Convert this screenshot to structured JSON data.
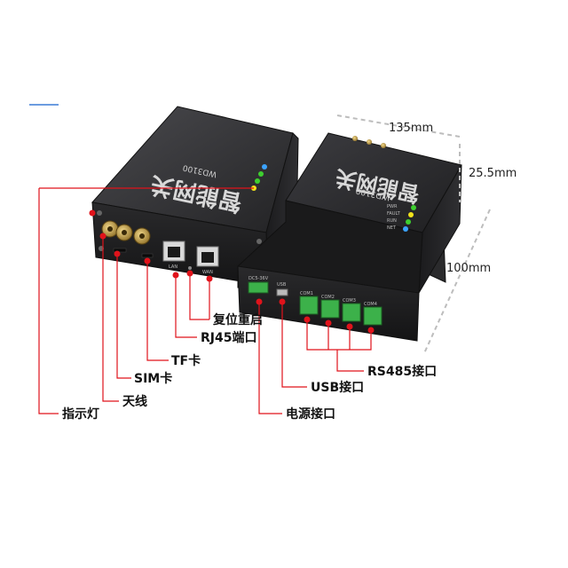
{
  "labels": {
    "reset": "复位重启",
    "rj45": "RJ45端口",
    "tf": "TF卡",
    "sim": "SIM卡",
    "antenna": "天线",
    "indicator": "指示灯",
    "rs485": "RS485接口",
    "usb": "USB接口",
    "power": "电源接口"
  },
  "dimensions": {
    "length": "135mm",
    "height": "25.5mm",
    "width": "100mm"
  },
  "device": {
    "brand_text": "智能网关",
    "model": "WD3100",
    "led_labels": [
      "PWR",
      "FAULT",
      "RUN",
      "NET"
    ],
    "port_labels": [
      "LAN",
      "WAN"
    ],
    "rear_port_labels": [
      "DC5-36V",
      "USB",
      "COM1",
      "COM2",
      "COM3",
      "COM4"
    ]
  },
  "colors": {
    "accent_red": "#e0131b",
    "device_body": "#2b2b2d",
    "led_blue": "#3ba3ff",
    "led_green": "#3ecf2f",
    "led_yellow": "#f2e21b",
    "terminal_green": "#3cb14a",
    "gold": "#c9a44c"
  }
}
